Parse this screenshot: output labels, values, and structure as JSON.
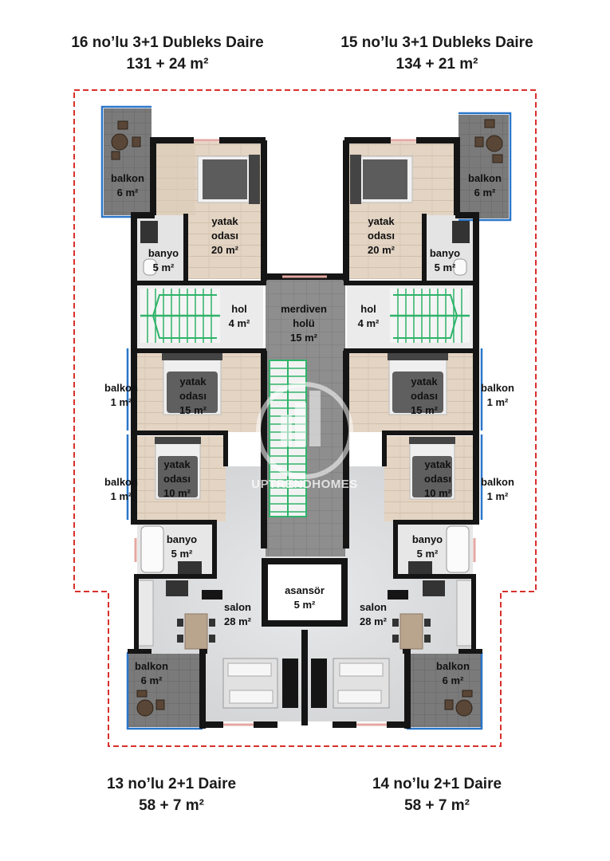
{
  "headings": {
    "unit16": {
      "name": "16 no’lu 3+1 Dubleks Daire",
      "area": "131 + 24 m²"
    },
    "unit15": {
      "name": "15 no’lu 3+1 Dubleks Daire",
      "area": "134 + 21 m²"
    },
    "unit13": {
      "name": "13 no’lu 2+1 Daire",
      "area": "58 + 7 m²"
    },
    "unit14": {
      "name": "14 no’lu 2+1 Daire",
      "area": "58 + 7 m²"
    }
  },
  "rooms": {
    "left_balcony_top": [
      "balkon",
      "6 m²"
    ],
    "left_bedroom_top": [
      "yatak",
      "odası",
      "20 m²"
    ],
    "left_bath_top": [
      "banyo",
      "5 m²"
    ],
    "left_hall": [
      "hol",
      "4 m²"
    ],
    "stair_hall": [
      "merdiven",
      "holü",
      "15 m²"
    ],
    "right_hall": [
      "hol",
      "4 m²"
    ],
    "right_bath_top": [
      "banyo",
      "5 m²"
    ],
    "right_bedroom_top": [
      "yatak",
      "odası",
      "20 m²"
    ],
    "right_balcony_top": [
      "balkon",
      "6 m²"
    ],
    "left_balcony_1a": [
      "balkon",
      "1 m²"
    ],
    "left_bedroom_15": [
      "yatak",
      "odası",
      "15 m²"
    ],
    "right_bedroom_15": [
      "yatak",
      "odası",
      "15 m²"
    ],
    "right_balcony_1a": [
      "balkon",
      "1 m²"
    ],
    "left_balcony_1b": [
      "balkon",
      "1 m²"
    ],
    "left_bedroom_10": [
      "yatak",
      "odası",
      "10 m²"
    ],
    "right_bedroom_10": [
      "yatak",
      "odası",
      "10 m²"
    ],
    "right_balcony_1b": [
      "balkon",
      "1 m²"
    ],
    "left_bath_mid": [
      "banyo",
      "5 m²"
    ],
    "right_bath_mid": [
      "banyo",
      "5 m²"
    ],
    "elevator": [
      "asansör",
      "5 m²"
    ],
    "left_salon": [
      "salon",
      "28 m²"
    ],
    "right_salon": [
      "salon",
      "28 m²"
    ],
    "left_balcony_bottom": [
      "balkon",
      "6 m²"
    ],
    "right_balcony_bottom": [
      "balkon",
      "6 m²"
    ]
  },
  "watermark": "UPTRENDHOMES",
  "colors": {
    "wall": "#151515",
    "wood": "#e2d3c2",
    "marble": "#d9dadb",
    "stair_tile": "#8d8d8d",
    "stair_rail": "#2fb36a",
    "balcony_edge": "#2a76c9",
    "boundary": "#d9302c",
    "tile_dark": "#6b6b6b"
  }
}
